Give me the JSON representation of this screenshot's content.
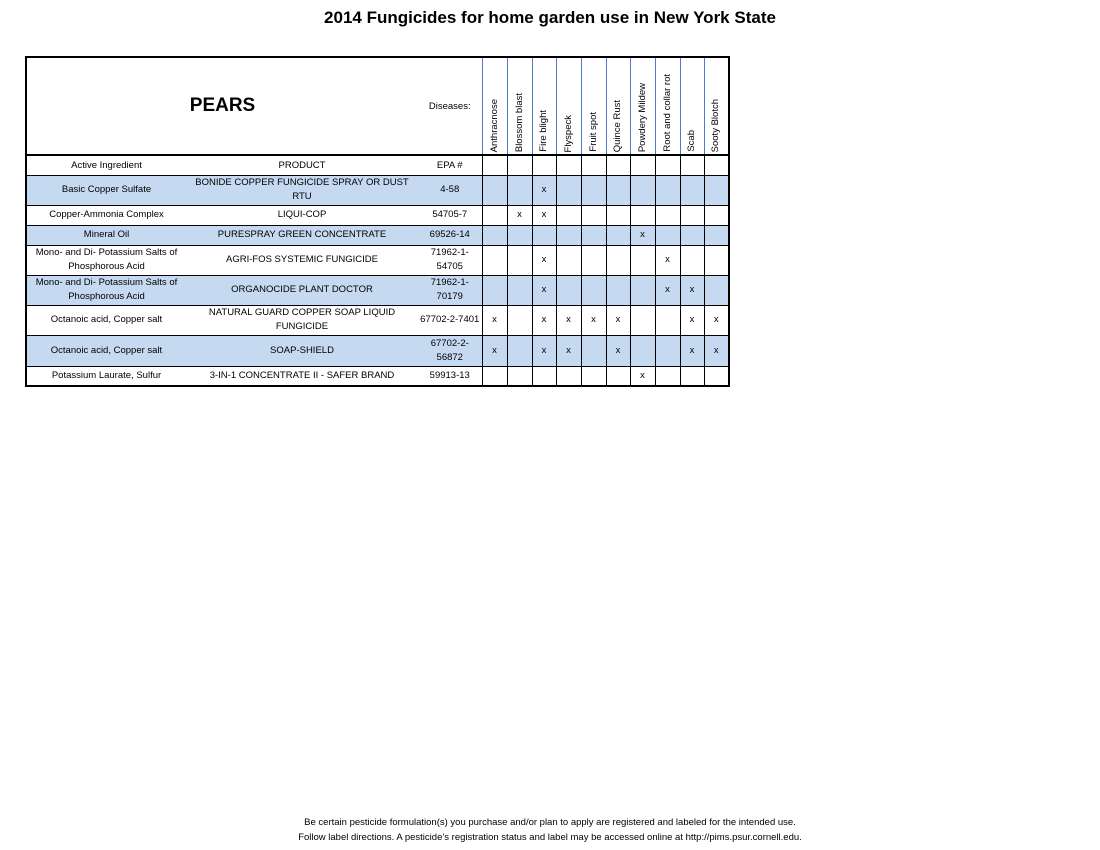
{
  "title": "2014 Fungicides for home garden use in New York State",
  "table": {
    "crop": "PEARS",
    "diseases_label": "Diseases:",
    "diseases": [
      "Anthracnose",
      "Blossom blast",
      "Fire blight",
      "Flyspeck",
      "Fruit spot",
      "Quince Rust",
      "Powdery Mildew",
      "Root and collar rot",
      "Scab",
      "Sooty Blotch"
    ],
    "columns": {
      "ingredient": "Active Ingredient",
      "product": "PRODUCT",
      "epa": "EPA #"
    },
    "shade_color": "#c5d9f1",
    "rows": [
      {
        "ingredient": "Basic Copper Sulfate",
        "product": "BONIDE COPPER FUNGICIDE SPRAY OR DUST RTU",
        "epa": "4-58",
        "marks": [
          "",
          "",
          "x",
          "",
          "",
          "",
          "",
          "",
          "",
          ""
        ],
        "shaded": true,
        "height": 30
      },
      {
        "ingredient": "Copper-Ammonia Complex",
        "product": "LIQUI-COP",
        "epa": "54705-7",
        "marks": [
          "",
          "x",
          "x",
          "",
          "",
          "",
          "",
          "",
          "",
          ""
        ],
        "shaded": false,
        "height": 20
      },
      {
        "ingredient": "Mineral Oil",
        "product": "PURESPRAY GREEN CONCENTRATE",
        "epa": "69526-14",
        "marks": [
          "",
          "",
          "",
          "",
          "",
          "",
          "x",
          "",
          "",
          ""
        ],
        "shaded": true,
        "height": 20
      },
      {
        "ingredient": "Mono- and Di- Potassium Salts of Phosphorous Acid",
        "product": "AGRI-FOS SYSTEMIC FUNGICIDE",
        "epa": "71962-1-54705",
        "marks": [
          "",
          "",
          "x",
          "",
          "",
          "",
          "",
          "x",
          "",
          ""
        ],
        "shaded": false,
        "height": 30
      },
      {
        "ingredient": "Mono- and Di- Potassium Salts of Phosphorous Acid",
        "product": "ORGANOCIDE PLANT DOCTOR",
        "epa": "71962-1-70179",
        "marks": [
          "",
          "",
          "x",
          "",
          "",
          "",
          "",
          "x",
          "x",
          ""
        ],
        "shaded": true,
        "height": 30
      },
      {
        "ingredient": "Octanoic acid, Copper salt",
        "product": "NATURAL GUARD COPPER SOAP LIQUID FUNGICIDE",
        "epa": "67702-2-7401",
        "marks": [
          "x",
          "",
          "x",
          "x",
          "x",
          "x",
          "",
          "",
          "x",
          "x"
        ],
        "shaded": false,
        "height": 30
      },
      {
        "ingredient": "Octanoic acid, Copper salt",
        "product": "SOAP-SHIELD",
        "epa": "67702-2-56872",
        "marks": [
          "x",
          "",
          "x",
          "x",
          "",
          "x",
          "",
          "",
          "x",
          "x"
        ],
        "shaded": true,
        "height": 31
      },
      {
        "ingredient": "Potassium Laurate, Sulfur",
        "product": "3-IN-1 CONCENTRATE II - SAFER BRAND",
        "epa": "59913-13",
        "marks": [
          "",
          "",
          "",
          "",
          "",
          "",
          "x",
          "",
          "",
          ""
        ],
        "shaded": false,
        "height": 20
      }
    ]
  },
  "footer": {
    "line1": "Be certain pesticide formulation(s) you purchase and/or plan to apply are registered and labeled for the intended use.",
    "line2": "Follow label directions. A pesticide’s registration status and label may be accessed online at http://pims.psur.cornell.edu."
  }
}
